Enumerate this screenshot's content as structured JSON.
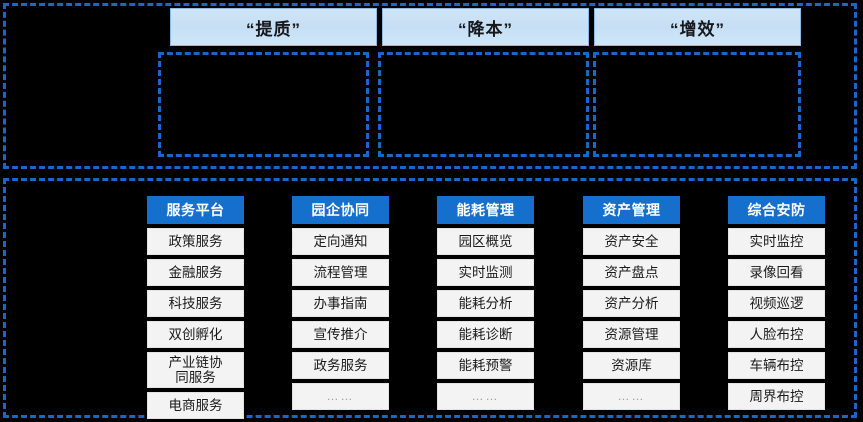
{
  "colors": {
    "background": "#000000",
    "dashed_border": "#1967c9",
    "goal_header_fill": "#cfe4f7",
    "goal_header_border": "#8fb9de",
    "column_header_fill": "#1570cd",
    "column_header_text": "#ffffff",
    "item_fill": "#f3f3f3",
    "item_text": "#1a1a1a",
    "ellipsis_text": "#9a9a9a"
  },
  "goals": [
    {
      "label": "“提质”"
    },
    {
      "label": "“降本”"
    },
    {
      "label": "“增效”"
    }
  ],
  "columns": [
    {
      "header": "服务平台",
      "items": [
        "政策服务",
        "金融服务",
        "科技服务",
        "双创孵化",
        "产业链协\n同服务",
        "电商服务"
      ]
    },
    {
      "header": "园企协同",
      "items": [
        "定向通知",
        "流程管理",
        "办事指南",
        "宣传推介",
        "政务服务",
        "……"
      ]
    },
    {
      "header": "能耗管理",
      "items": [
        "园区概览",
        "实时监测",
        "能耗分析",
        "能耗诊断",
        "能耗预警",
        "……"
      ]
    },
    {
      "header": "资产管理",
      "items": [
        "资产安全",
        "资产盘点",
        "资产分析",
        "资源管理",
        "资源库",
        "……"
      ]
    },
    {
      "header": "综合安防",
      "items": [
        "实时监控",
        "录像回看",
        "视频巡逻",
        "人脸布控",
        "车辆布控",
        "周界布控"
      ]
    }
  ]
}
